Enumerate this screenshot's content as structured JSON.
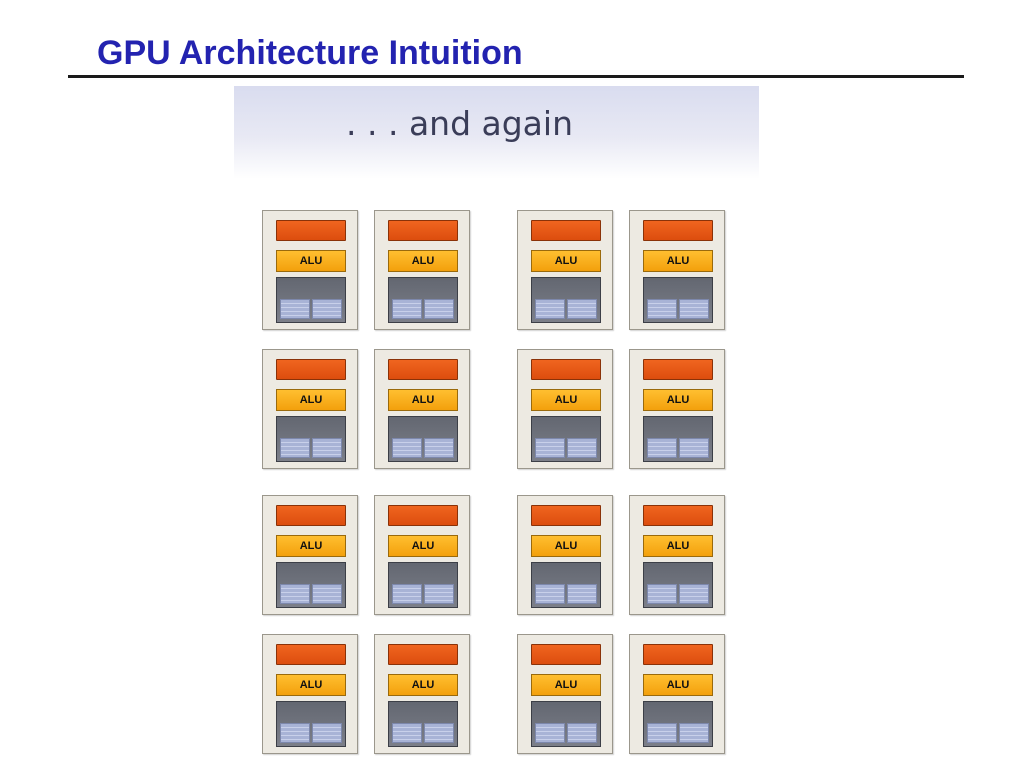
{
  "slide": {
    "title": "GPU Architecture Intuition"
  },
  "banner": {
    "text": ". . . and again"
  },
  "core": {
    "alu_label": "ALU"
  },
  "colors": {
    "title": "#2323b0",
    "fetch_decode": "#e55a14",
    "alu": "#f9ad1c",
    "execution_context": "#6e717b",
    "registers": "#a8b3d6"
  }
}
